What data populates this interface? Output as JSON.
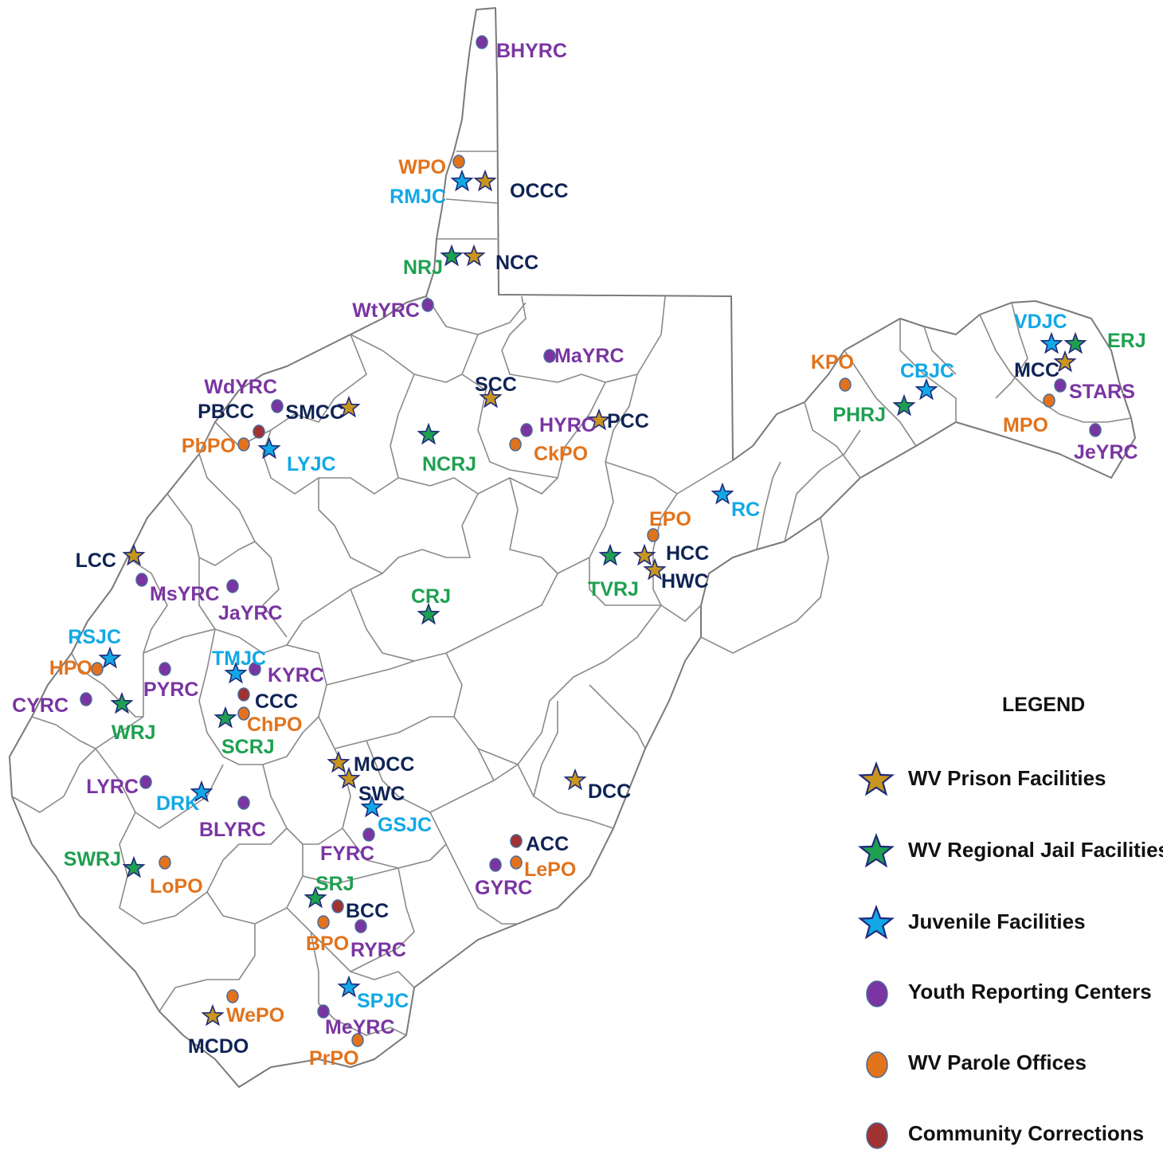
{
  "colors": {
    "prison": "#C8961E",
    "jail": "#1EA050",
    "juvenile": "#12A8E6",
    "youth": "#7A35A2",
    "parole": "#E2731C",
    "community": "#A23232",
    "star_stroke": "#1E2A7A",
    "label_navy": "#0F2355",
    "label_purple": "#7A35A2",
    "label_orange": "#E2731C",
    "label_green": "#1EA050",
    "label_cyan": "#12A8E6"
  },
  "legend": {
    "title": "LEGEND",
    "items": [
      {
        "type": "prison",
        "marker": "star",
        "label": "WV Prison Facilities"
      },
      {
        "type": "jail",
        "marker": "star",
        "label": "WV Regional Jail Facilities"
      },
      {
        "type": "juvenile",
        "marker": "star",
        "label": "Juvenile Facilities"
      },
      {
        "type": "youth",
        "marker": "circle",
        "label": "Youth Reporting Centers"
      },
      {
        "type": "parole",
        "marker": "circle",
        "label": "WV Parole Offices"
      },
      {
        "type": "community",
        "marker": "circle",
        "label": "Community Corrections"
      }
    ]
  },
  "facilities": [
    {
      "code": "BHYRC",
      "type": "youth"
    },
    {
      "code": "WPO",
      "type": "parole"
    },
    {
      "code": "RMJC",
      "type": "juvenile"
    },
    {
      "code": "OCCC",
      "type": "prison"
    },
    {
      "code": "NRJ",
      "type": "jail"
    },
    {
      "code": "NCC",
      "type": "prison"
    },
    {
      "code": "WtYRC",
      "type": "youth"
    },
    {
      "code": "MaYRC",
      "type": "youth"
    },
    {
      "code": "SCC",
      "type": "prison"
    },
    {
      "code": "WdYRC",
      "type": "youth"
    },
    {
      "code": "SMCC",
      "type": "prison"
    },
    {
      "code": "PBCC",
      "type": "community"
    },
    {
      "code": "PbPO",
      "type": "parole"
    },
    {
      "code": "LYJC",
      "type": "juvenile"
    },
    {
      "code": "NCRJ",
      "type": "jail"
    },
    {
      "code": "HYRC",
      "type": "youth"
    },
    {
      "code": "PCC",
      "type": "prison"
    },
    {
      "code": "CkPO",
      "type": "parole"
    },
    {
      "code": "KPO",
      "type": "parole"
    },
    {
      "code": "CBJC",
      "type": "juvenile"
    },
    {
      "code": "PHRJ",
      "type": "jail"
    },
    {
      "code": "VDJC",
      "type": "juvenile"
    },
    {
      "code": "ERJ",
      "type": "jail"
    },
    {
      "code": "MCC",
      "type": "prison"
    },
    {
      "code": "STARS",
      "type": "youth"
    },
    {
      "code": "MPO",
      "type": "parole"
    },
    {
      "code": "JeYRC",
      "type": "youth"
    },
    {
      "code": "RC",
      "type": "juvenile"
    },
    {
      "code": "EPO",
      "type": "parole"
    },
    {
      "code": "HCC",
      "type": "prison"
    },
    {
      "code": "HWC",
      "type": "prison"
    },
    {
      "code": "TVRJ",
      "type": "jail"
    },
    {
      "code": "LCC",
      "type": "prison"
    },
    {
      "code": "MsYRC",
      "type": "youth"
    },
    {
      "code": "JaYRC",
      "type": "youth"
    },
    {
      "code": "CRJ",
      "type": "jail"
    },
    {
      "code": "RSJC",
      "type": "juvenile"
    },
    {
      "code": "HPO",
      "type": "parole"
    },
    {
      "code": "TMJC",
      "type": "juvenile"
    },
    {
      "code": "KYRC",
      "type": "youth"
    },
    {
      "code": "PYRC",
      "type": "youth"
    },
    {
      "code": "CYRC",
      "type": "youth"
    },
    {
      "code": "WRJ",
      "type": "jail"
    },
    {
      "code": "CCC",
      "type": "community"
    },
    {
      "code": "ChPO",
      "type": "parole"
    },
    {
      "code": "SCRJ",
      "type": "jail"
    },
    {
      "code": "MOCC",
      "type": "prison"
    },
    {
      "code": "SWC",
      "type": "prison"
    },
    {
      "code": "GSJC",
      "type": "juvenile"
    },
    {
      "code": "DCC",
      "type": "prison"
    },
    {
      "code": "LYRC",
      "type": "youth"
    },
    {
      "code": "DRK",
      "type": "juvenile"
    },
    {
      "code": "BLYRC",
      "type": "youth"
    },
    {
      "code": "FYRC",
      "type": "youth"
    },
    {
      "code": "ACC",
      "type": "community"
    },
    {
      "code": "LePO",
      "type": "parole"
    },
    {
      "code": "GYRC",
      "type": "youth"
    },
    {
      "code": "SWRJ",
      "type": "jail"
    },
    {
      "code": "LoPO",
      "type": "parole"
    },
    {
      "code": "SRJ",
      "type": "jail"
    },
    {
      "code": "BCC",
      "type": "community"
    },
    {
      "code": "BPO",
      "type": "parole"
    },
    {
      "code": "RYRC",
      "type": "youth"
    },
    {
      "code": "SPJC",
      "type": "juvenile"
    },
    {
      "code": "WePO",
      "type": "parole"
    },
    {
      "code": "MCDO",
      "type": "prison"
    },
    {
      "code": "MeYRC",
      "type": "youth"
    },
    {
      "code": "PrPO",
      "type": "parole"
    }
  ]
}
